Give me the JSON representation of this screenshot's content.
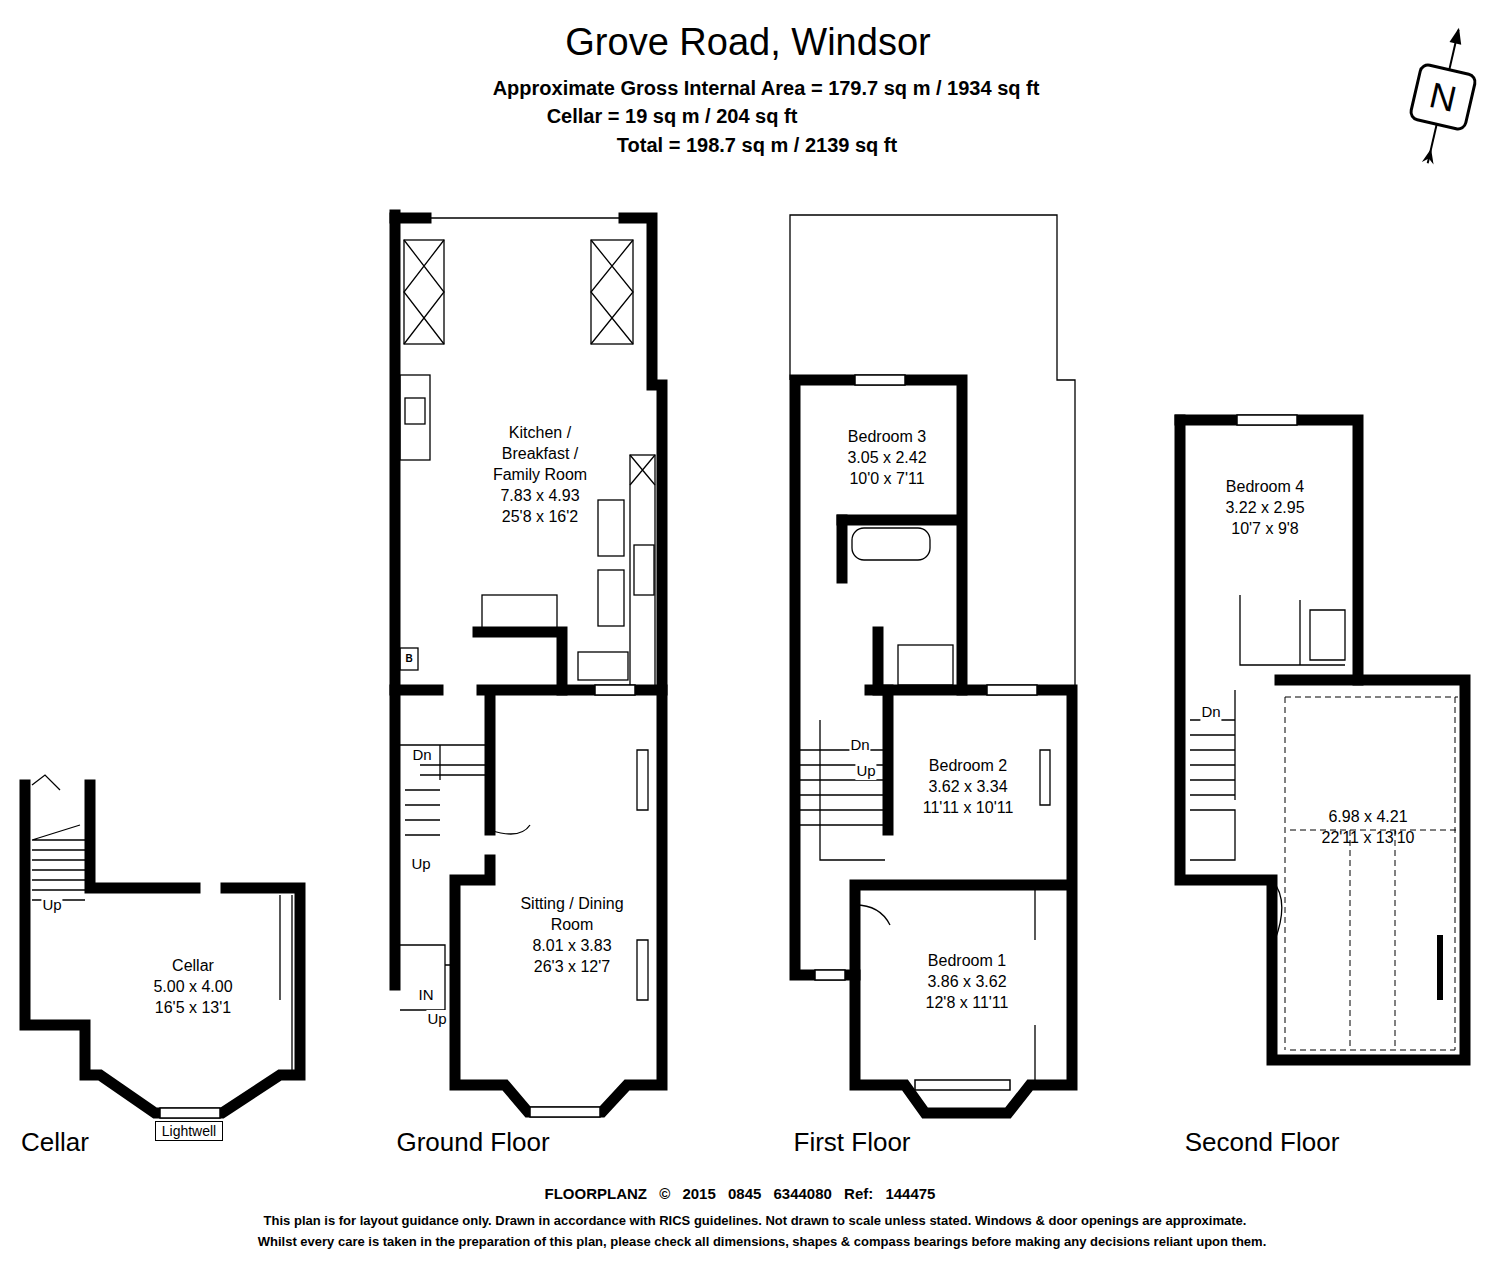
{
  "diagram": {
    "title": "Grove Road, Windsor",
    "nodes": [
      {
        "text": [
          "Cellar",
          "5.00 x 4.00",
          "16'5 x 13'1"
        ]
      },
      {
        "text": [
          "Lightwell"
        ]
      },
      {
        "text": [
          "Kitchen / Breakfast / Family Room",
          "7.83 x 4.93",
          "25'8 x 16'2"
        ]
      },
      {
        "text": [
          "Sitting / Dining Room",
          "8.01 x 3.83",
          "26'3 x 12'7"
        ]
      },
      {
        "text": [
          "Bedroom 3",
          "3.05 x 2.42",
          "10'0 x 7'11"
        ]
      },
      {
        "text": [
          "Bedroom 2",
          "3.62 x 3.34",
          "11'11 x 10'11"
        ]
      },
      {
        "text": [
          "Bedroom 1",
          "3.86 x 3.62",
          "12'8 x 11'11"
        ]
      },
      {
        "text": [
          "Bedroom 4",
          "3.22 x 2.95",
          "10'7 x 9'8"
        ]
      },
      {
        "text": [
          "6.98 x 4.21",
          "22'11 x 13'10"
        ]
      }
    ],
    "labels": [
      "Approximate Gross Internal Area = 179.7 sq m / 1934 sq ft",
      "Cellar = 19 sq m / 204 sq ft",
      "Total = 198.7 sq m / 2139 sq ft",
      "N",
      "Up",
      "B",
      "Dn",
      "Up",
      "IN",
      "Up",
      "Dn",
      "Up",
      "Dn",
      "Cellar",
      "Ground Floor",
      "First Floor",
      "Second Floor",
      "FLOORPLANZ © 2015 0845 6344080 Ref: 144475",
      "This plan is for layout guidance only. Drawn in accordance with RICS guidelines. Not drawn to scale unless stated. Windows & door openings are approximate.",
      "Whilst every care is taken in the preparation of this plan, please check all dimensions, shapes & compass bearings before making any decisions reliant upon them."
    ]
  }
}
